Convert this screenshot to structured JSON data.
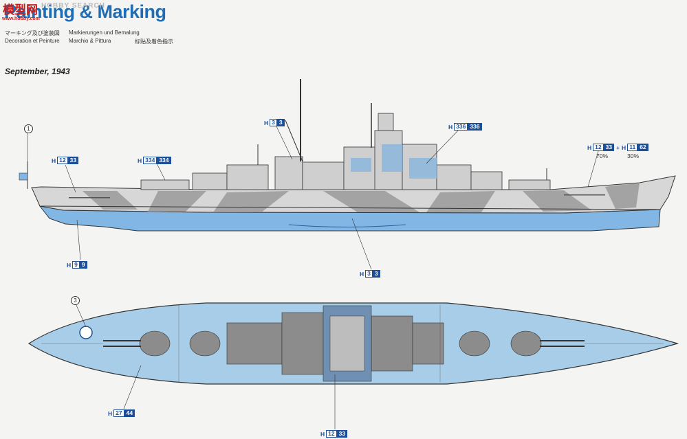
{
  "header": {
    "title": "Painting & Marking",
    "watermark": "模型网",
    "watermark_sub": "HOBBY SEARCH",
    "watermark_url": "www.hobby.com",
    "subtitles": [
      "マーキング及び塗装図",
      "Markierungen und Bemalung",
      "Decoration et Peinture",
      "Marchio & Pittura",
      "标贴及着色指示"
    ]
  },
  "date": "September, 1943",
  "side_callouts": {
    "ref1": "1",
    "c_h12_33": {
      "h": "H",
      "a": "12",
      "b": "33"
    },
    "c_h334": {
      "h": "H",
      "a": "334",
      "b": "334"
    },
    "c_h3_top": {
      "h": "H",
      "a": "3",
      "b": "3"
    },
    "c_h336": {
      "h": "H",
      "a": "336",
      "b": "336"
    },
    "c_mix": {
      "h1": "H",
      "a1": "12",
      "b1": "33",
      "plus": "+",
      "h2": "H",
      "a2": "11",
      "b2": "62",
      "pct1": "70%",
      "pct2": "30%"
    },
    "c_h9": {
      "h": "H",
      "a": "9",
      "b": "9"
    },
    "c_h3_bottom": {
      "h": "H",
      "a": "3",
      "b": "3"
    }
  },
  "top_callouts": {
    "ref3": "3",
    "c_h27": {
      "h": "H",
      "a": "27",
      "b": "44"
    },
    "c_h12_bottom": {
      "h": "H",
      "a": "12",
      "b": "33"
    }
  },
  "colors": {
    "blue_hull": "#82b6e4",
    "deck_blue": "#a8cde8",
    "camo_grey": "#9a9a9a",
    "camo_light": "#d5d5d5",
    "callout_blue": "#1c4f99",
    "title_blue": "#1f6db4"
  }
}
